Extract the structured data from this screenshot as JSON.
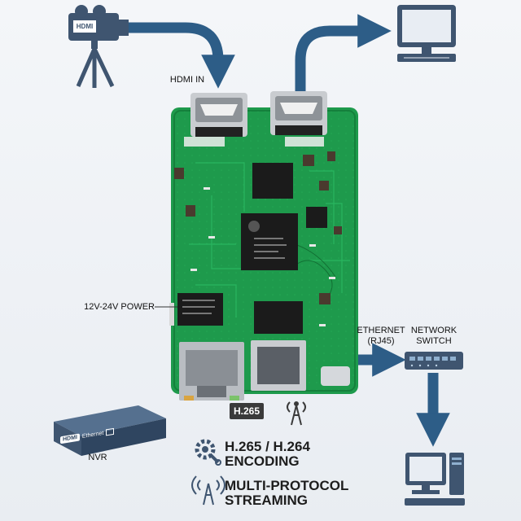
{
  "labels": {
    "hdmi_in": "HDMI IN",
    "power": "12V-24V POWER",
    "ethernet_line1": "ETHERNET",
    "ethernet_line2": "(RJ45)",
    "switch_line1": "NETWORK",
    "switch_line2": "SWITCH",
    "nvr": "NVR",
    "camera_tag": "HDMI",
    "nvr_port_hdmi": "HDMI",
    "nvr_port_eth": "Ethernet",
    "chip_badge": "H.265"
  },
  "features": [
    {
      "icon": "gear-wrench-icon",
      "line1": "H.265 / H.264",
      "line2": "ENCODING"
    },
    {
      "icon": "antenna-icon",
      "line1": "MULTI-PROTOCOL",
      "line2": "STREAMING"
    }
  ],
  "colors": {
    "arrow": "#2d5d87",
    "board": "#1e9a4c",
    "board_dark": "#15803c",
    "chip": "#1b1b1b",
    "metal": "#c9ccd0",
    "device": "#3f5570"
  }
}
